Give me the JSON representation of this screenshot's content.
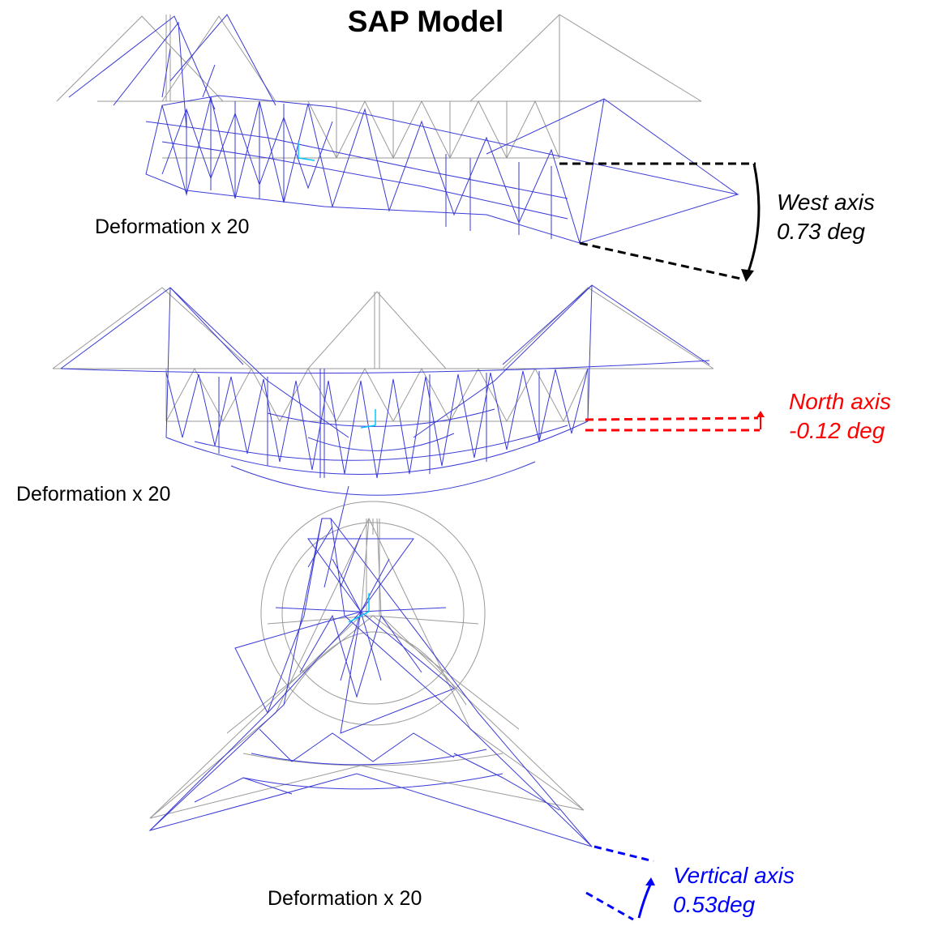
{
  "title": "SAP Model",
  "views": [
    {
      "deformation_label": "Deformation x 20",
      "axis_name": "West axis",
      "rotation": "0.73 deg",
      "color": "#000000"
    },
    {
      "deformation_label": "Deformation x 20",
      "axis_name": "North axis",
      "rotation": "-0.12 deg",
      "color": "#ff0000"
    },
    {
      "deformation_label": "Deformation x 20",
      "axis_name": "Vertical axis",
      "rotation": "0.53deg",
      "color": "#0000ff"
    }
  ],
  "colors": {
    "undeformed": "#9a9a9a",
    "deformed": "#3a3ad8",
    "local_axes": "#00c8ff"
  }
}
